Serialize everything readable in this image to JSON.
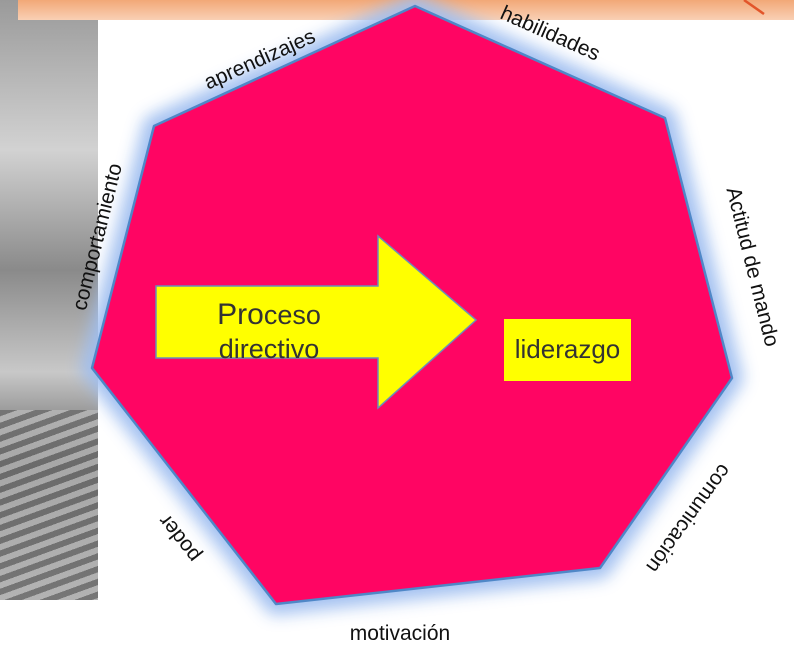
{
  "colors": {
    "octagon_fill": "#ff0563",
    "octagon_stroke": "#4f87c7",
    "glow": "#9fbef0",
    "arrow_fill": "#ffff00",
    "box_fill": "#ffff00",
    "banner": "#f5b78d"
  },
  "arrow": {
    "text_line1_prefix": "Pro",
    "text_line1_rest": "ceso",
    "text_line2": "directivo"
  },
  "box": {
    "text": "liderazgo"
  },
  "sides": [
    "aprendizajes",
    "habilidades",
    "Actitud de mando",
    "comunicación",
    "motivación",
    "poder",
    "comportamiento"
  ]
}
